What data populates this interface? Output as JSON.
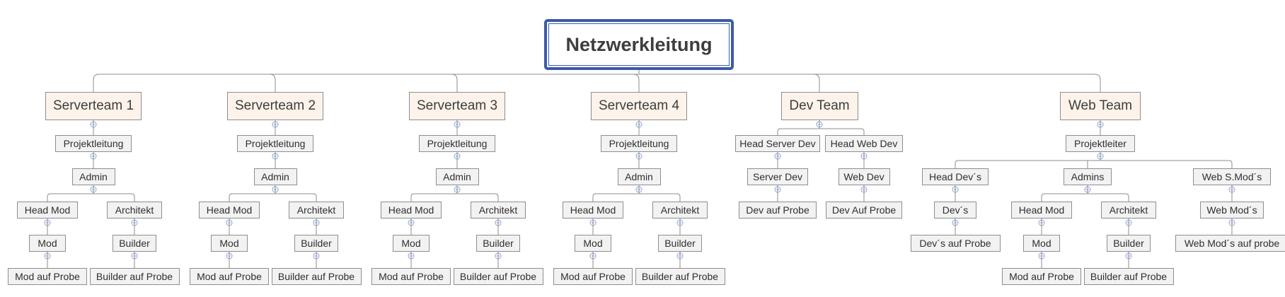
{
  "root": {
    "label": "Netzwerkleitung"
  },
  "teams": [
    {
      "label": "Serverteam 1",
      "children": [
        {
          "label": "Projektleitung",
          "children": [
            {
              "label": "Admin",
              "children": [
                {
                  "label": "Head Mod",
                  "children": [
                    {
                      "label": "Mod",
                      "children": [
                        {
                          "label": "Mod auf Probe"
                        }
                      ]
                    }
                  ]
                },
                {
                  "label": "Architekt",
                  "children": [
                    {
                      "label": "Builder",
                      "children": [
                        {
                          "label": "Builder auf Probe"
                        }
                      ]
                    }
                  ]
                }
              ]
            }
          ]
        }
      ]
    },
    {
      "label": "Serverteam 2",
      "children": [
        {
          "label": "Projektleitung",
          "children": [
            {
              "label": "Admin",
              "children": [
                {
                  "label": "Head Mod",
                  "children": [
                    {
                      "label": "Mod",
                      "children": [
                        {
                          "label": "Mod auf Probe"
                        }
                      ]
                    }
                  ]
                },
                {
                  "label": "Architekt",
                  "children": [
                    {
                      "label": "Builder",
                      "children": [
                        {
                          "label": "Builder auf Probe"
                        }
                      ]
                    }
                  ]
                }
              ]
            }
          ]
        }
      ]
    },
    {
      "label": "Serverteam 3",
      "children": [
        {
          "label": "Projektleitung",
          "children": [
            {
              "label": "Admin",
              "children": [
                {
                  "label": "Head Mod",
                  "children": [
                    {
                      "label": "Mod",
                      "children": [
                        {
                          "label": "Mod auf Probe"
                        }
                      ]
                    }
                  ]
                },
                {
                  "label": "Architekt",
                  "children": [
                    {
                      "label": "Builder",
                      "children": [
                        {
                          "label": "Builder auf Probe"
                        }
                      ]
                    }
                  ]
                }
              ]
            }
          ]
        }
      ]
    },
    {
      "label": "Serverteam 4",
      "children": [
        {
          "label": "Projektleitung",
          "children": [
            {
              "label": "Admin",
              "children": [
                {
                  "label": "Head Mod",
                  "children": [
                    {
                      "label": "Mod",
                      "children": [
                        {
                          "label": "Mod auf Probe"
                        }
                      ]
                    }
                  ]
                },
                {
                  "label": "Architekt",
                  "children": [
                    {
                      "label": "Builder",
                      "children": [
                        {
                          "label": "Builder auf Probe"
                        }
                      ]
                    }
                  ]
                }
              ]
            }
          ]
        }
      ]
    },
    {
      "label": "Dev Team",
      "children": [
        {
          "label": "Head Server Dev",
          "children": [
            {
              "label": "Server Dev",
              "children": [
                {
                  "label": "Dev auf Probe"
                }
              ]
            }
          ]
        },
        {
          "label": "Head Web Dev",
          "children": [
            {
              "label": "Web Dev",
              "children": [
                {
                  "label": "Dev Auf Probe"
                }
              ]
            }
          ]
        }
      ]
    },
    {
      "label": "Web Team",
      "children": [
        {
          "label": "Projektleiter",
          "children": [
            {
              "label": "Head Dev´s",
              "children": [
                {
                  "label": "Dev´s",
                  "children": [
                    {
                      "label": "Dev´s auf Probe"
                    }
                  ]
                }
              ]
            },
            {
              "label": "Admins",
              "children": [
                {
                  "label": "Head Mod",
                  "children": [
                    {
                      "label": "Mod",
                      "children": [
                        {
                          "label": "Mod auf Probe"
                        }
                      ]
                    }
                  ]
                },
                {
                  "label": "Architekt",
                  "children": [
                    {
                      "label": "Builder",
                      "children": [
                        {
                          "label": "Builder auf Probe"
                        }
                      ]
                    }
                  ]
                }
              ]
            },
            {
              "label": "Web S.Mod´s",
              "children": [
                {
                  "label": "Web Mod´s",
                  "children": [
                    {
                      "label": "Web Mod´s auf probe"
                    }
                  ]
                }
              ]
            }
          ]
        }
      ]
    }
  ],
  "colors": {
    "root_border": "#3a5ba8",
    "team_fill": "#fdf3ea",
    "role_fill": "#f2f2f2",
    "node_border": "#8e8e8e",
    "connector": "#8c8c8c",
    "collapse_toggle": "#8aa2d8"
  },
  "icons": {
    "collapse_toggle": "minus-circle-icon"
  }
}
